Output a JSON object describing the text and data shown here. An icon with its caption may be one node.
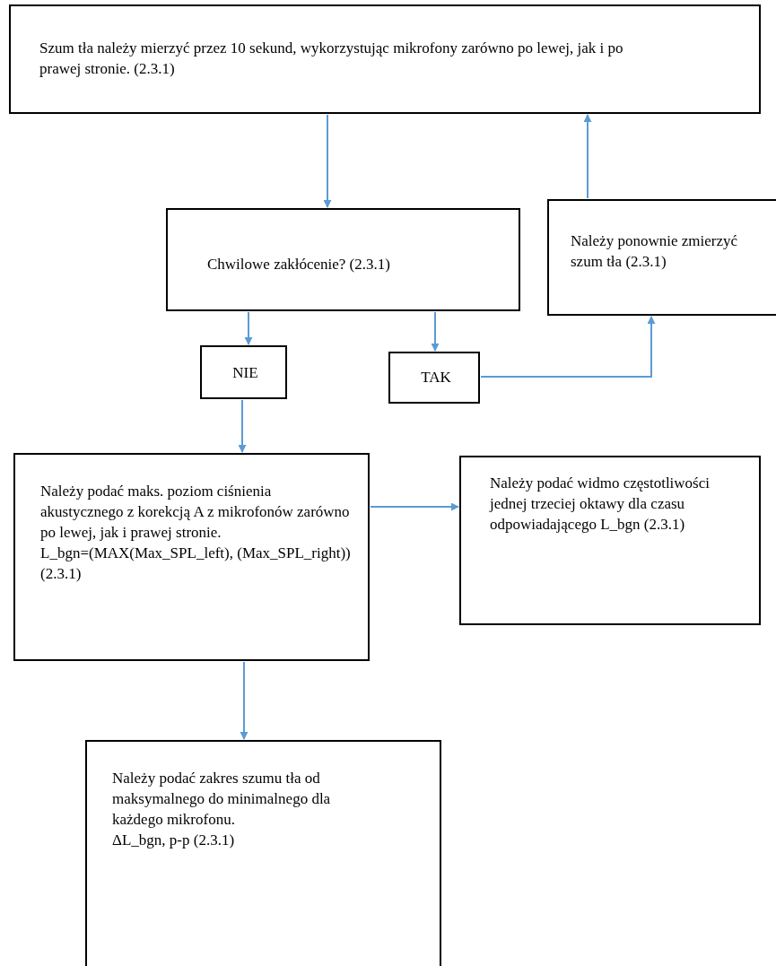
{
  "diagram": {
    "nodes": [
      {
        "text": [
          "Szum tła należy mierzyć przez 10 sekund, wykorzystując mikrofony zarówno po lewej, jak i po prawej stronie. (2.3.1)"
        ]
      },
      {
        "text": [
          "Chwilowe zakłócenie? (2.3.1)"
        ]
      },
      {
        "text": [
          "NIE"
        ]
      },
      {
        "text": [
          "TAK"
        ]
      },
      {
        "text": [
          "Należy ponownie zmierzyć szum tła (2.3.1)"
        ]
      },
      {
        "text": [
          "Należy podać maks. poziom ciśnienia akustycznego z korekcją A z mikrofonów zarówno po lewej, jak i prawej stronie.",
          "L_bgn=(MAX(Max_SPL_left), (Max_SPL_right)) (2.3.1)"
        ]
      },
      {
        "text": [
          "Należy podać widmo częstotliwości jednej trzeciej oktawy dla czasu odpowiadającego L_bgn (2.3.1)"
        ]
      },
      {
        "text": [
          "Należy podać zakres szumu tła od maksymalnego do minimalnego dla każdego mikrofonu.",
          "ΔL_bgn, p-p (2.3.1)"
        ]
      }
    ],
    "edges": [
      {
        "from": 0,
        "to": 1,
        "arrow": "to"
      },
      {
        "from": 1,
        "to": 2,
        "arrow": "to"
      },
      {
        "from": 1,
        "to": 3,
        "arrow": "to"
      },
      {
        "from": 3,
        "to": 4,
        "arrow": "to"
      },
      {
        "from": 4,
        "to": 0,
        "arrow": "to"
      },
      {
        "from": 2,
        "to": 5,
        "arrow": "to"
      },
      {
        "from": 5,
        "to": 6,
        "arrow": "to"
      },
      {
        "from": 5,
        "to": 7,
        "arrow": "to"
      }
    ]
  }
}
